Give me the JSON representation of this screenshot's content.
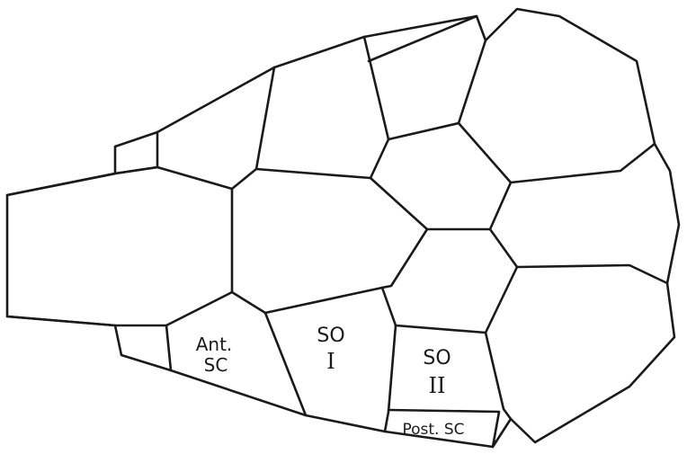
{
  "labels": {
    "ant_sc_line1": "Ant.",
    "ant_sc_line2": "SC",
    "so1_line1": "SO",
    "so1_line2": "I",
    "so2_line1": "SO",
    "so2_line2": "II",
    "post_sc": "Post. SC"
  },
  "colors": {
    "line": "#1a1a1a",
    "background": "#ffffff"
  }
}
